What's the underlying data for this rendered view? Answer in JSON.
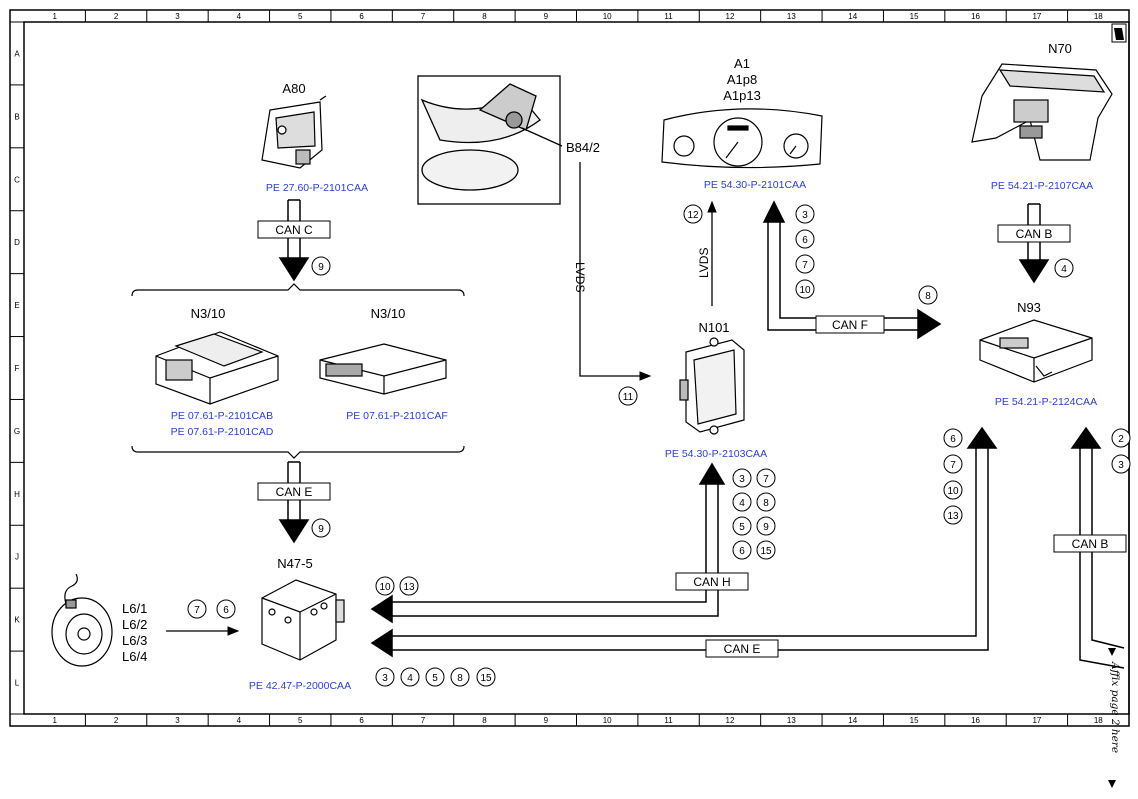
{
  "grid": {
    "columns": [
      "1",
      "2",
      "3",
      "4",
      "5",
      "6",
      "7",
      "8",
      "9",
      "10",
      "11",
      "12",
      "13",
      "14",
      "15",
      "16",
      "17",
      "18"
    ],
    "rows": [
      "A",
      "B",
      "C",
      "D",
      "E",
      "F",
      "G",
      "H",
      "J",
      "K",
      "L"
    ]
  },
  "components": {
    "a80": {
      "label": "A80",
      "ref": "PE 27.60-P-2101CAA"
    },
    "b84_2": {
      "label": "B84/2"
    },
    "a1": {
      "labels": [
        "A1",
        "A1p8",
        "A1p13"
      ],
      "ref": "PE 54.30-P-2101CAA"
    },
    "n70": {
      "label": "N70",
      "ref": "PE 54.21-P-2107CAA"
    },
    "n3_10_left": {
      "label": "N3/10",
      "refs": [
        "PE 07.61-P-2101CAB",
        "PE 07.61-P-2101CAD"
      ]
    },
    "n3_10_right": {
      "label": "N3/10",
      "ref": "PE 07.61-P-2101CAF"
    },
    "n101": {
      "label": "N101",
      "ref": "PE 54.30-P-2103CAA"
    },
    "n93": {
      "label": "N93",
      "ref": "PE 54.21-P-2124CAA"
    },
    "n47_5": {
      "label": "N47-5",
      "ref": "PE 42.47-P-2000CAA"
    },
    "l6": {
      "labels": [
        "L6/1",
        "L6/2",
        "L6/3",
        "L6/4"
      ]
    }
  },
  "buses": {
    "can_c": "CAN C",
    "can_e_mid": "CAN E",
    "can_e_bottom": "CAN E",
    "can_f": "CAN F",
    "can_h": "CAN H",
    "can_b_top": "CAN B",
    "can_b_right": "CAN B",
    "lvds_left": "LVDS",
    "lvds_mid": "LVDS"
  },
  "circles": {
    "c_can_c": "9",
    "c_can_e_mid": "9",
    "c_b84": "11",
    "c_lvds_up": "12",
    "c_a1_list": [
      "3",
      "6",
      "7",
      "10"
    ],
    "c_can_f": "8",
    "c_can_b_top": "4",
    "c_n101_left": [
      "3",
      "4",
      "5",
      "6"
    ],
    "c_n101_right": [
      "7",
      "8",
      "9",
      "15"
    ],
    "c_can_h_end": [
      "10",
      "13"
    ],
    "c_l6": [
      "7",
      "6"
    ],
    "c_bottom": [
      "3",
      "4",
      "5",
      "8",
      "15"
    ],
    "c_right_list": [
      "6",
      "7",
      "10",
      "13"
    ],
    "c_edge": [
      "2",
      "3"
    ]
  },
  "notes": {
    "affix": "Affix page 2 here"
  }
}
